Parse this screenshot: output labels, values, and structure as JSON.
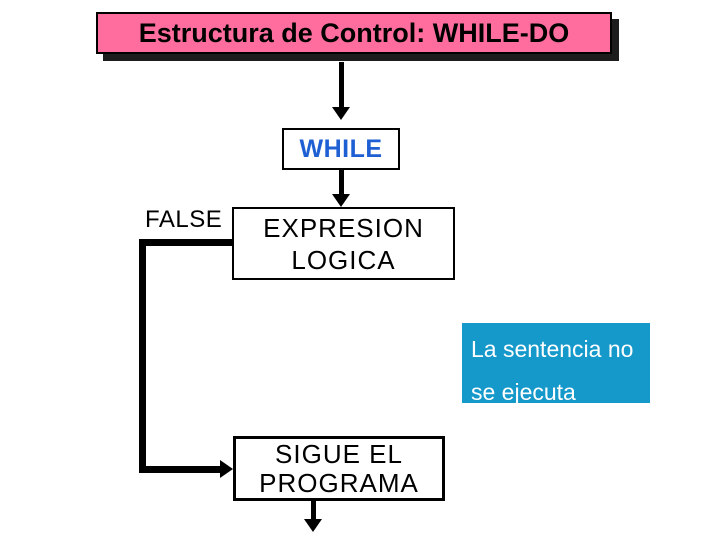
{
  "colors": {
    "title_bg": "#ff6d9e",
    "title_shadow": "#1c1c1c",
    "while_text": "#1e5fd4",
    "note_bg": "#1598ca",
    "note_text": "#ffffff",
    "line": "#000000"
  },
  "slide": {
    "title": "Estructura de Control: WHILE-DO",
    "flowchart": {
      "while_label": "WHILE",
      "false_label": "FALSE",
      "expression_line1": "EXPRESION",
      "expression_line2": "LOGICA",
      "next_line1": "SIGUE EL",
      "next_line2": "PROGRAMA"
    },
    "note": {
      "line1": "La sentencia no",
      "line2": "se ejecuta"
    }
  }
}
